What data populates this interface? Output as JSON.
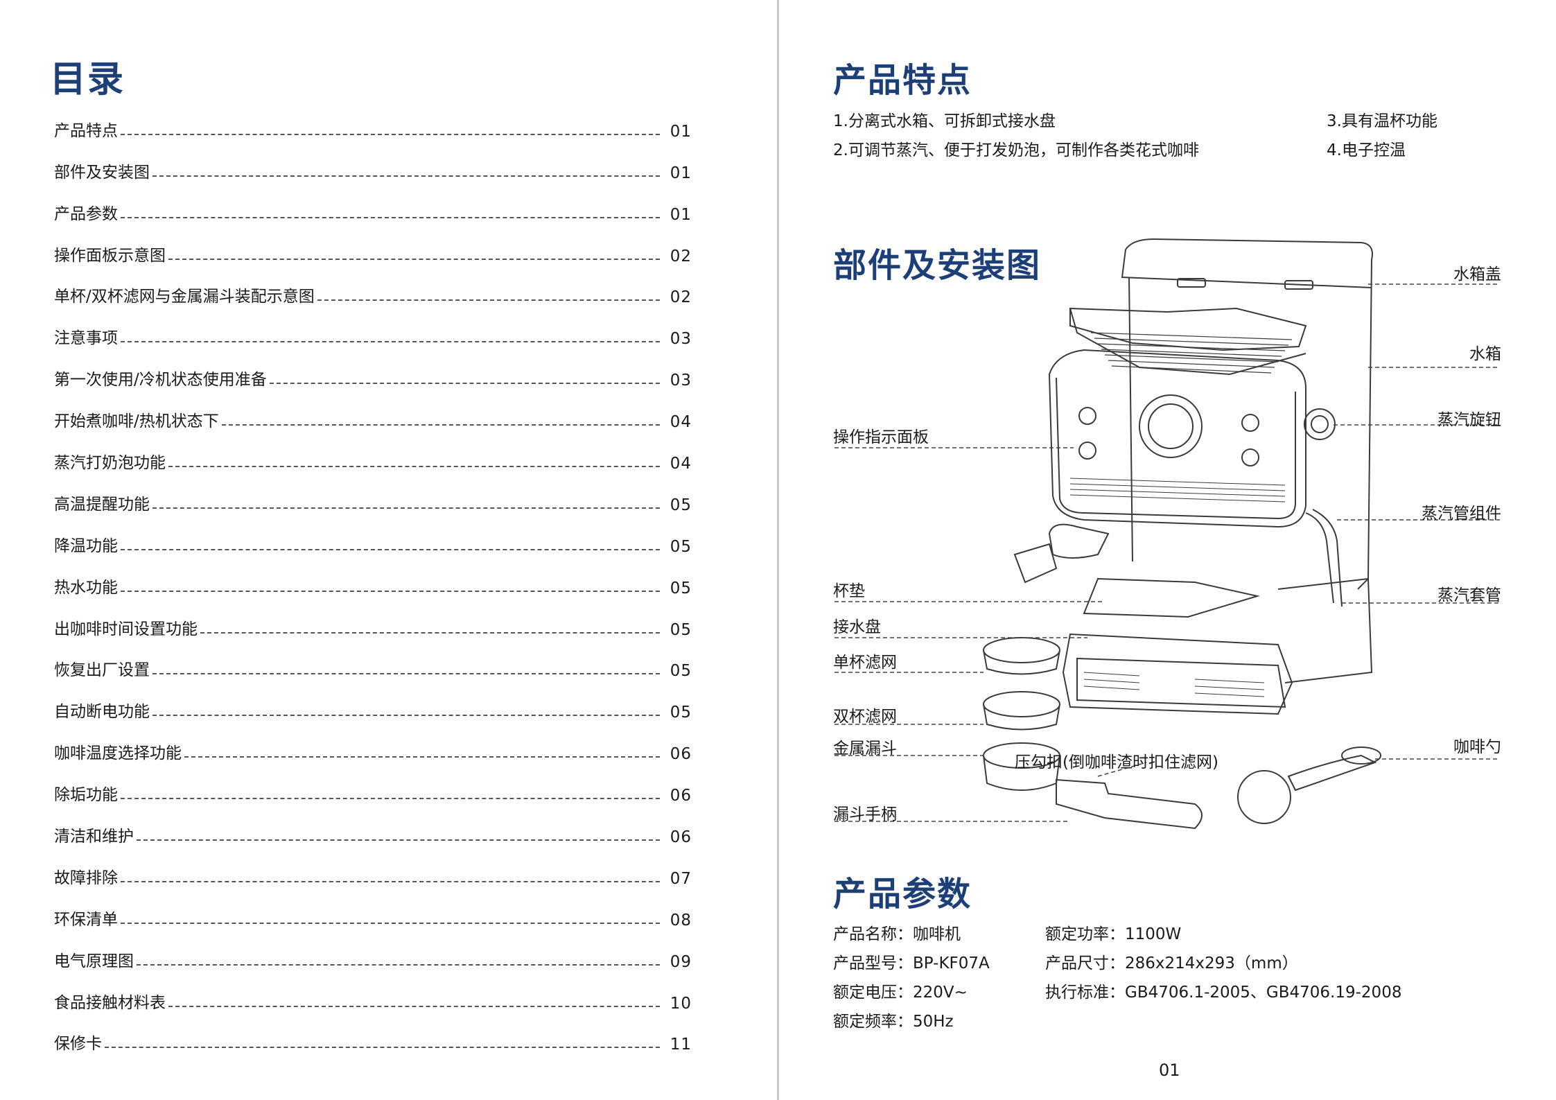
{
  "toc": {
    "title": "目录",
    "items": [
      {
        "label": "产品特点",
        "page": "01"
      },
      {
        "label": "部件及安装图",
        "page": "01"
      },
      {
        "label": "产品参数",
        "page": "01"
      },
      {
        "label": "操作面板示意图",
        "page": "02"
      },
      {
        "label": "单杯/双杯滤网与金属漏斗装配示意图",
        "page": "02"
      },
      {
        "label": "注意事项",
        "page": "03"
      },
      {
        "label": "第一次使用/冷机状态使用准备",
        "page": "03"
      },
      {
        "label": "开始煮咖啡/热机状态下",
        "page": "04"
      },
      {
        "label": "蒸汽打奶泡功能",
        "page": "04"
      },
      {
        "label": "高温提醒功能",
        "page": "05"
      },
      {
        "label": "降温功能",
        "page": "05"
      },
      {
        "label": "热水功能",
        "page": "05"
      },
      {
        "label": "出咖啡时间设置功能",
        "page": "05"
      },
      {
        "label": "恢复出厂设置",
        "page": "05"
      },
      {
        "label": "自动断电功能",
        "page": "05"
      },
      {
        "label": "咖啡温度选择功能",
        "page": "06"
      },
      {
        "label": "除垢功能",
        "page": "06"
      },
      {
        "label": "清洁和维护",
        "page": "06"
      },
      {
        "label": "故障排除",
        "page": "07"
      },
      {
        "label": "环保清单",
        "page": "08"
      },
      {
        "label": "电气原理图",
        "page": "09"
      },
      {
        "label": "食品接触材料表",
        "page": "10"
      },
      {
        "label": "保修卡",
        "page": "11"
      }
    ]
  },
  "features": {
    "title": "产品特点",
    "items": [
      "1.分离式水箱、可拆卸式接水盘",
      "2.可调节蒸汽、便于打发奶泡，可制作各类花式咖啡",
      "3.具有温杯功能",
      "4.电子控温"
    ]
  },
  "parts": {
    "title": "部件及安装图",
    "labels": {
      "water_tank_lid": "水箱盖",
      "water_tank": "水箱",
      "steam_knob": "蒸汽旋钮",
      "steam_pipe": "蒸汽管组件",
      "steam_sleeve": "蒸汽套管",
      "coffee_spoon": "咖啡勺",
      "control_panel": "操作指示面板",
      "cup_mat": "杯垫",
      "drip_tray": "接水盘",
      "single_filter": "单杯滤网",
      "double_filter": "双杯滤网",
      "metal_funnel": "金属漏斗",
      "clip": "压勾扣(倒咖啡渣时扣住滤网)",
      "handle": "漏斗手柄"
    }
  },
  "params": {
    "title": "产品参数",
    "name": "产品名称：咖啡机",
    "model": "产品型号：BP-KF07A",
    "voltage": "额定电压：220V~",
    "frequency": "额定频率：50Hz",
    "power": "额定功率：1100W",
    "size": "产品尺寸：286x214x293（mm）",
    "standard": "执行标准：GB4706.1-2005、GB4706.19-2008"
  },
  "page_number": "01"
}
